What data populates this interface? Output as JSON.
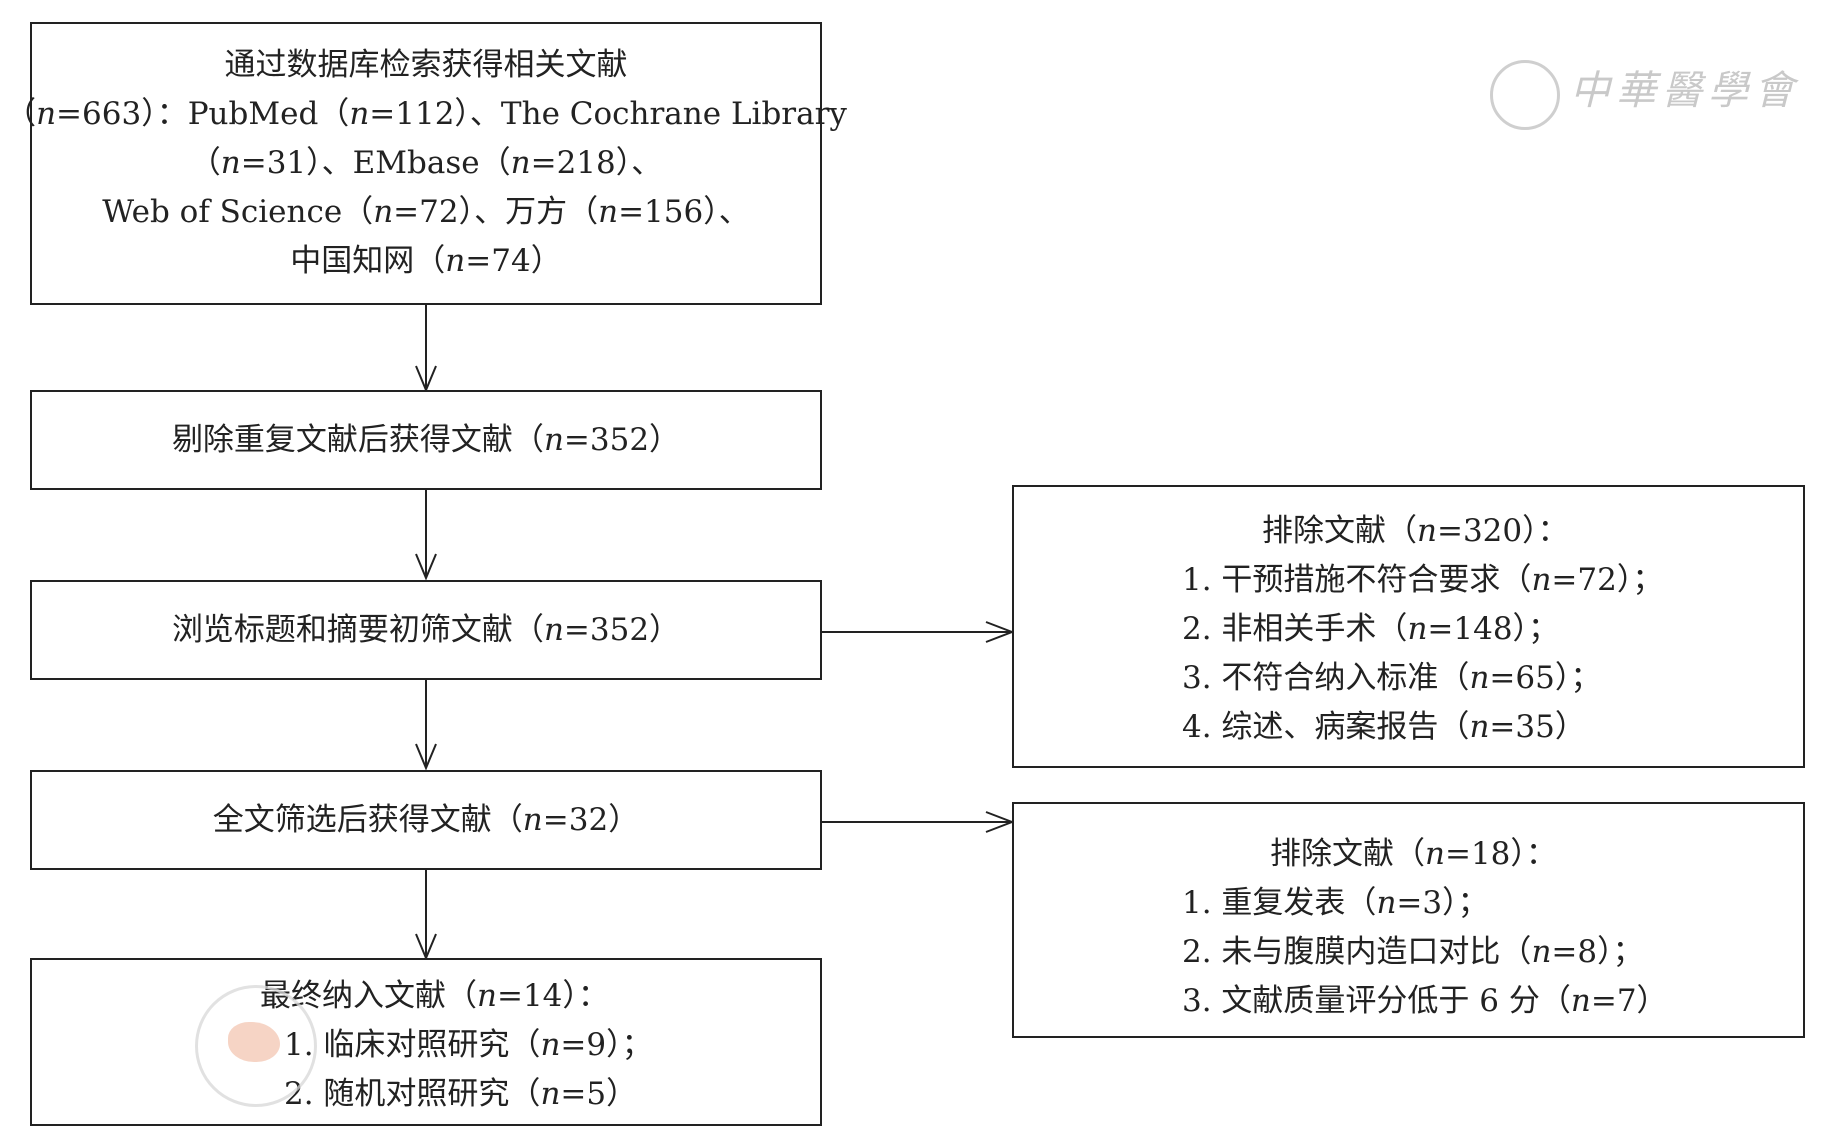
{
  "boxes": {
    "search": {
      "lines": [
        "通过数据库检索获得相关文献",
        "（n=663）：PubMed（n=112）、The Cochrane Library",
        "（n=31）、EMbase（n=218）、",
        "Web of Science（n=72）、万方（n=156）、",
        "中国知网（n=74）"
      ]
    },
    "dedup": {
      "text": "剔除重复文献后获得文献（n=352）"
    },
    "screen": {
      "text": "浏览标题和摘要初筛文献（n=352）"
    },
    "fulltext": {
      "text": "全文筛选后获得文献（n=32）"
    },
    "final": {
      "title": "最终纳入文献（n=14）：",
      "items": [
        "1.  临床对照研究（n=9）；",
        "2.  随机对照研究（n=5）"
      ]
    },
    "exclude1": {
      "title": "排除文献（n=320）：",
      "items": [
        "1.  干预措施不符合要求（n=72）；",
        "2.  非相关手术（n=148）；",
        "3.  不符合纳入标准（n=65）；",
        "4.  综述、病案报告（n=35）"
      ]
    },
    "exclude2": {
      "title": "排除文献（n=18）：",
      "items": [
        "1.  重复发表（n=3）；",
        "2.  未与腹膜内造口对比（n=8）；",
        "3.  文献质量评分低于 6 分（n=7）"
      ]
    }
  },
  "watermark": {
    "text": "中華醫學會"
  },
  "colors": {
    "stroke": "#222222",
    "watermark": "#c9c9c9"
  }
}
